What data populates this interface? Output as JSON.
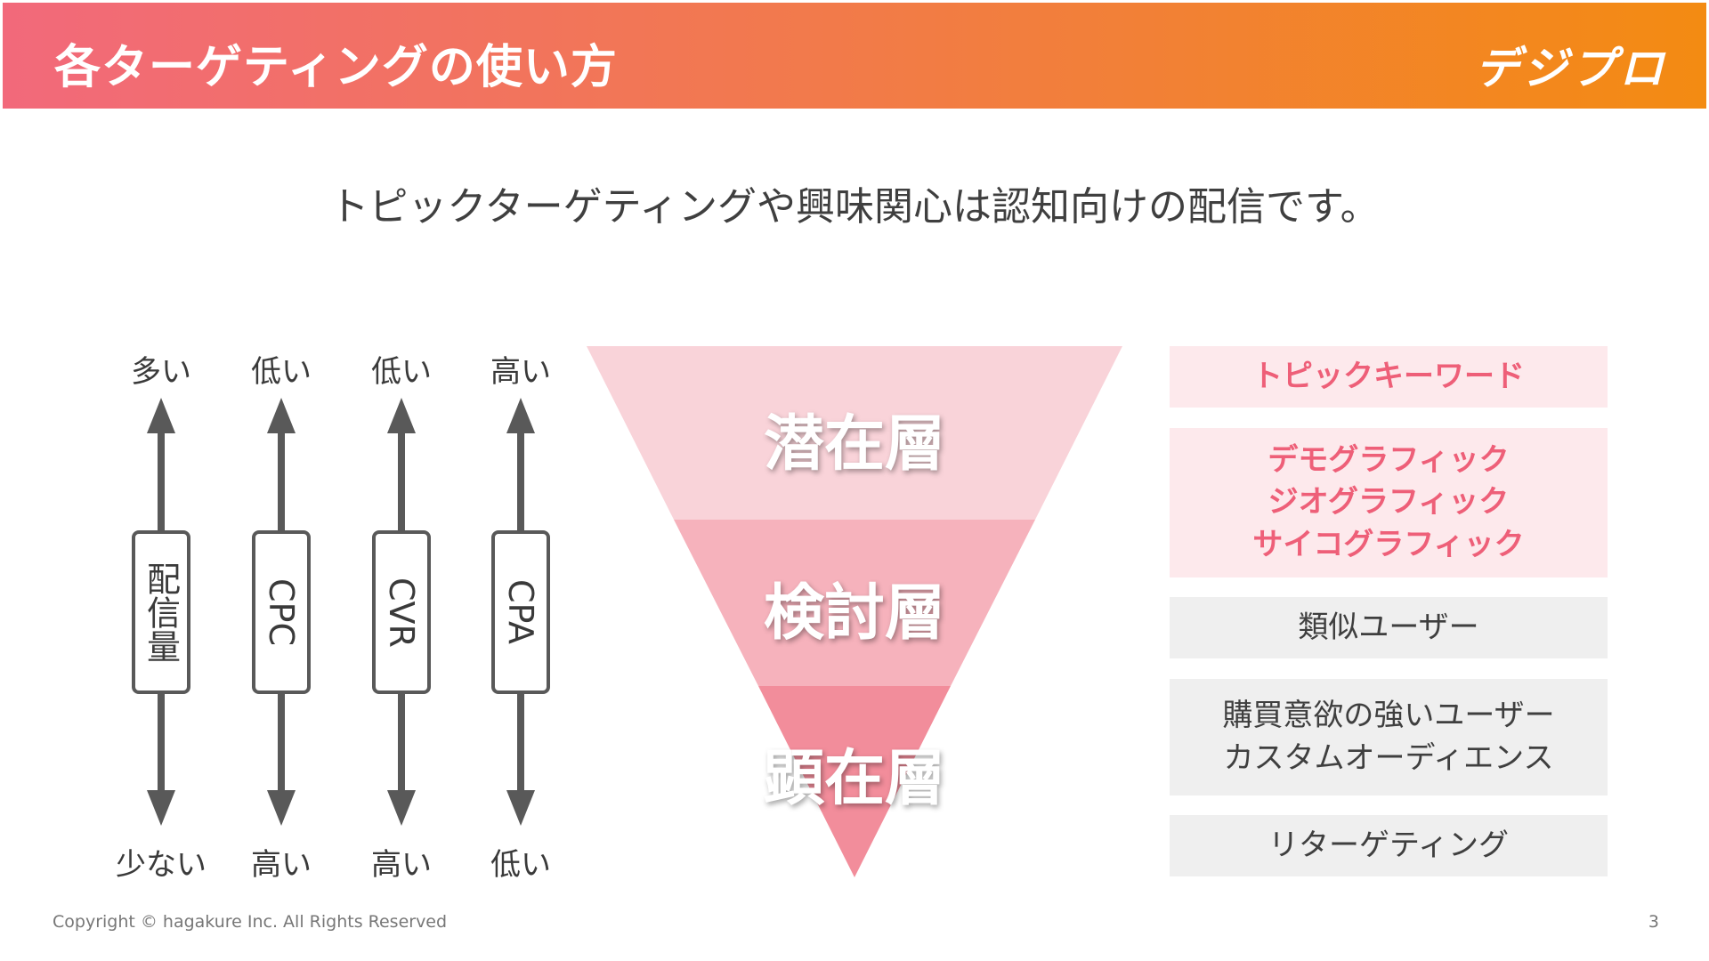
{
  "header": {
    "title": "各ターゲティングの使い方",
    "logo": "デジプロ"
  },
  "subtitle": "トピックターゲティングや興味関心は認知向けの配信です。",
  "metrics": [
    {
      "name": "配信量",
      "top": "多い",
      "bottom": "少ない"
    },
    {
      "name": "CPC",
      "top": "低い",
      "bottom": "高い"
    },
    {
      "name": "CVR",
      "top": "低い",
      "bottom": "高い"
    },
    {
      "name": "CPA",
      "top": "高い",
      "bottom": "低い"
    }
  ],
  "funnel": {
    "layers": [
      "潜在層",
      "検討層",
      "顕在層"
    ],
    "colors": [
      "#f9d3d9",
      "#f6b2bc",
      "#f28d9b"
    ]
  },
  "targeting": [
    {
      "lines": [
        "トピックキーワード"
      ],
      "style": "pink"
    },
    {
      "lines": [
        "デモグラフィック",
        "ジオグラフィック",
        "サイコグラフィック"
      ],
      "style": "pink"
    },
    {
      "lines": [
        "類似ユーザー"
      ],
      "style": "gray"
    },
    {
      "lines": [
        "購買意欲の強いユーザー",
        "カスタムオーディエンス"
      ],
      "style": "gray"
    },
    {
      "lines": [
        "リターゲティング"
      ],
      "style": "gray"
    }
  ],
  "footer": {
    "copyright": "Copyright © hagakure Inc. All Rights Reserved",
    "page": "3"
  }
}
